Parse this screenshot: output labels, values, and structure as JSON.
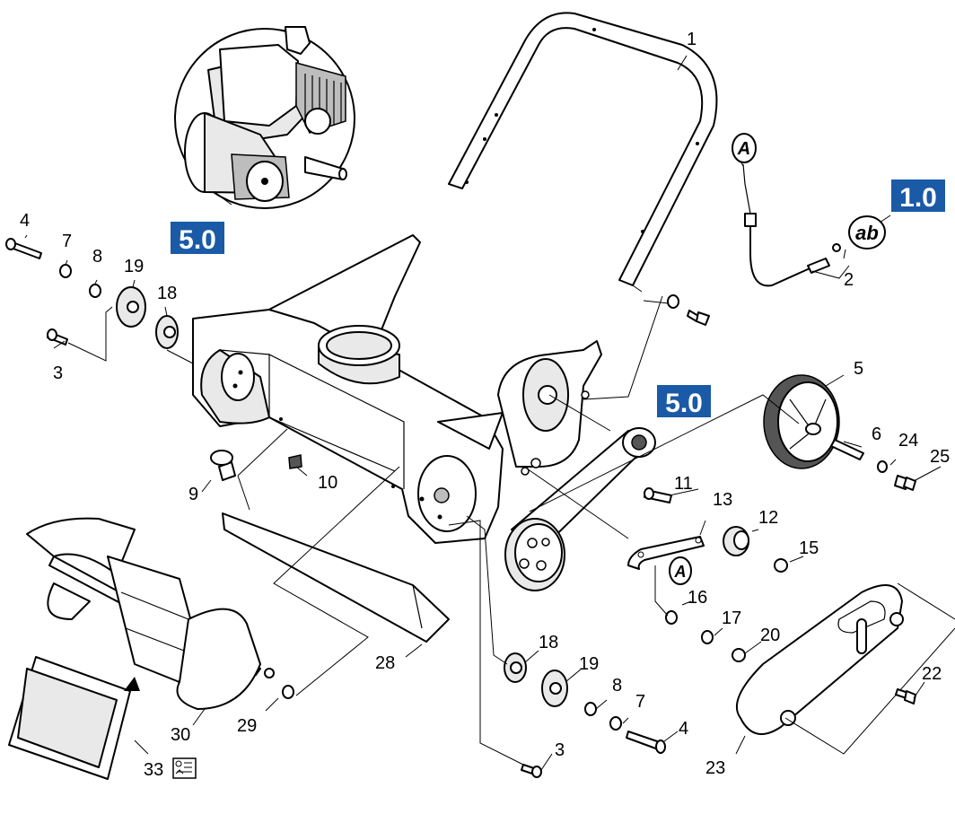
{
  "badges": [
    {
      "id": "badge-engine",
      "text": "5.0"
    },
    {
      "id": "badge-pulley",
      "text": "5.0"
    },
    {
      "id": "badge-cable",
      "text": "1.0"
    }
  ],
  "markers": [
    {
      "id": "marker-a-cable",
      "text": "A"
    },
    {
      "id": "marker-ab",
      "text": "ab"
    },
    {
      "id": "marker-a-lever",
      "text": "A"
    }
  ],
  "callouts": [
    {
      "id": "c1",
      "text": "1"
    },
    {
      "id": "c2",
      "text": "2"
    },
    {
      "id": "c3a",
      "text": "3"
    },
    {
      "id": "c3b",
      "text": "3"
    },
    {
      "id": "c4a",
      "text": "4"
    },
    {
      "id": "c4b",
      "text": "4"
    },
    {
      "id": "c5",
      "text": "5"
    },
    {
      "id": "c6",
      "text": "6"
    },
    {
      "id": "c7a",
      "text": "7"
    },
    {
      "id": "c7b",
      "text": "7"
    },
    {
      "id": "c8a",
      "text": "8"
    },
    {
      "id": "c8b",
      "text": "8"
    },
    {
      "id": "c9",
      "text": "9"
    },
    {
      "id": "c10",
      "text": "10"
    },
    {
      "id": "c11",
      "text": "11"
    },
    {
      "id": "c12",
      "text": "12"
    },
    {
      "id": "c13",
      "text": "13"
    },
    {
      "id": "c15",
      "text": "15"
    },
    {
      "id": "c16",
      "text": "16"
    },
    {
      "id": "c17",
      "text": "17"
    },
    {
      "id": "c18a",
      "text": "18"
    },
    {
      "id": "c18b",
      "text": "18"
    },
    {
      "id": "c19a",
      "text": "19"
    },
    {
      "id": "c19b",
      "text": "19"
    },
    {
      "id": "c20",
      "text": "20"
    },
    {
      "id": "c22",
      "text": "22"
    },
    {
      "id": "c23",
      "text": "23"
    },
    {
      "id": "c24",
      "text": "24"
    },
    {
      "id": "c25",
      "text": "25"
    },
    {
      "id": "c28",
      "text": "28"
    },
    {
      "id": "c29",
      "text": "29"
    },
    {
      "id": "c30",
      "text": "30"
    },
    {
      "id": "c33",
      "text": "33"
    }
  ],
  "icons": {
    "manual": "manual-book-icon"
  }
}
